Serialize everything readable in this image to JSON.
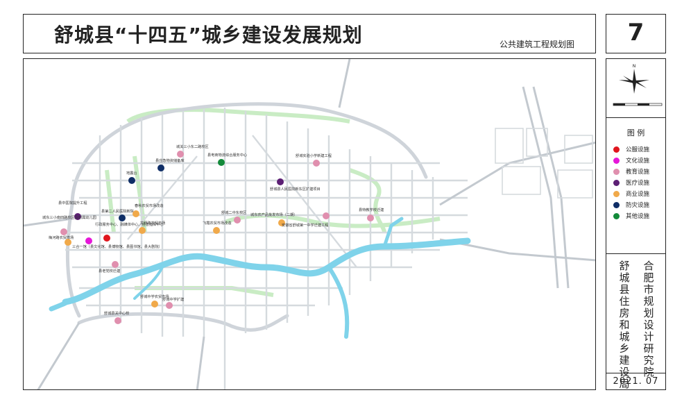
{
  "header": {
    "title": "舒城县“十四五”城乡建设发展规划",
    "subtitle": "公共建筑工程规划图",
    "number": "7"
  },
  "legend": {
    "title": "图 例",
    "items": [
      {
        "label": "公服设施",
        "color": "#e0161e"
      },
      {
        "label": "文化设施",
        "color": "#e617d9"
      },
      {
        "label": "教育设施",
        "color": "#e08fae"
      },
      {
        "label": "医疗设施",
        "color": "#5c1f74"
      },
      {
        "label": "商业设施",
        "color": "#f0a94a"
      },
      {
        "label": "防灾设施",
        "color": "#0f2e66"
      },
      {
        "label": "其他设施",
        "color": "#138a3a"
      }
    ]
  },
  "sidebar": {
    "org_right": "合肥市规划设计研究院",
    "org_left": "舒城县住房和城乡建设局",
    "date": "2021. 07"
  },
  "map": {
    "pois": [
      {
        "label": "城关三小东二路校区",
        "cat": 2
      },
      {
        "label": "县电商物流综合服务中心",
        "cat": 6
      },
      {
        "label": "舒城实验小学新建工程",
        "cat": 2
      },
      {
        "label": "县应急物资储备库",
        "cat": 5
      },
      {
        "label": "地震台",
        "cat": 5
      },
      {
        "label": "舒城县人民医院新东区扩建项目",
        "cat": 3
      },
      {
        "label": "县中医院提升工程",
        "cat": 3
      },
      {
        "label": "县第二人民医院新院",
        "cat": 5
      },
      {
        "label": "春秋农贸市场改造",
        "cat": 4
      },
      {
        "label": "城东三小南四路校区及附属幼儿园",
        "cat": 2
      },
      {
        "label": "行政服务中心、融媒体中心、应急指挥中心",
        "cat": 0
      },
      {
        "label": "舒城二中东校区",
        "cat": 2
      },
      {
        "label": "城东农产品批发市场（二期）",
        "cat": 4
      },
      {
        "label": "安徽省舒城第一中学迁建工程",
        "cat": 2
      },
      {
        "label": "县特教学校迁建",
        "cat": 2
      },
      {
        "label": "龙舒路农贸市场",
        "cat": 4
      },
      {
        "label": "飞霞农贸市场改造",
        "cat": 4
      },
      {
        "label": "梅河路农贸市场",
        "cat": 4
      },
      {
        "label": "三合一馆（县文化馆、县博物馆、县图书馆、县大剧院）",
        "cat": 1
      },
      {
        "label": "县老党校迁建",
        "cat": 2
      },
      {
        "label": "舒城中学农贸市场",
        "cat": 4
      },
      {
        "label": "舒城中学扩建",
        "cat": 2
      },
      {
        "label": "舒城县关中心校",
        "cat": 2
      }
    ]
  }
}
